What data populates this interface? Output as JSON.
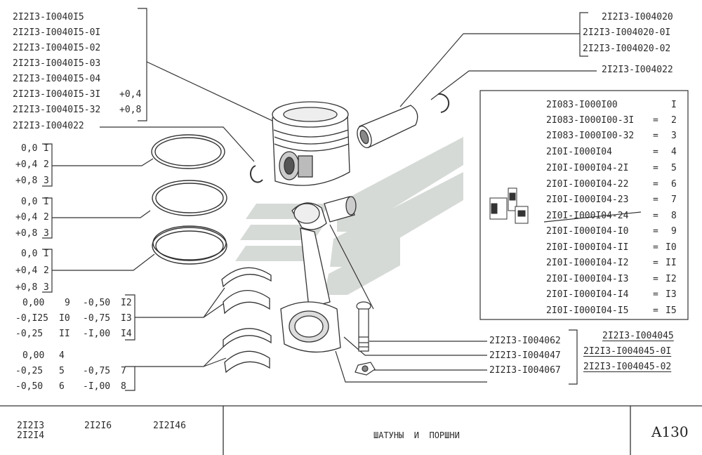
{
  "piston_parts": [
    "2I2I3-I0040I5",
    "2I2I3-I0040I5-0I",
    "2I2I3-I0040I5-02",
    "2I2I3-I0040I5-03",
    "2I2I3-I0040I5-04",
    "2I2I3-I0040I5-3I",
    "2I2I3-I0040I5-32"
  ],
  "piston_sizes": [
    "+0,4",
    "+0,8"
  ],
  "retainer_left": "2I2I3-I004022",
  "pin_parts": [
    "2I2I3-I004020",
    "2I2I3-I004020-0I",
    "2I2I3-I004020-02"
  ],
  "retainer_right": "2I2I3-I004022",
  "ring_groups": [
    {
      "sizes": [
        "0,0",
        "+0,4",
        "+0,8"
      ],
      "nums": [
        "I",
        "2",
        "3"
      ]
    },
    {
      "sizes": [
        "0,0",
        "+0,4",
        "+0,8"
      ],
      "nums": [
        "I",
        "2",
        "3"
      ]
    },
    {
      "sizes": [
        "0,0",
        "+0,4",
        "+0,8"
      ],
      "nums": [
        "I",
        "2",
        "3"
      ]
    }
  ],
  "bearing_table_1": [
    [
      "0,00",
      "9",
      "-0,50",
      "I2"
    ],
    [
      "-0,I25",
      "I0",
      "-0,75",
      "I3"
    ],
    [
      "-0,25",
      "II",
      "-I,00",
      "I4"
    ]
  ],
  "bearing_table_2": [
    [
      "0,00",
      "4",
      "",
      ""
    ],
    [
      "-0,25",
      "5",
      "-0,75",
      "7"
    ],
    [
      "-0,50",
      "6",
      "-I,00",
      "8"
    ]
  ],
  "fastener_parts": [
    "2I2I3-I004062",
    "2I2I3-I004047",
    "2I2I3-I004067"
  ],
  "rod_parts": [
    "2I2I3-I004045",
    "2I2I3-I004045-0I",
    "2I2I3-I004045-02"
  ],
  "kit_table": [
    {
      "code": "2I083-I000I00",
      "eq": "",
      "num": "I"
    },
    {
      "code": "2I083-I000I00-3I",
      "eq": "=",
      "num": "2"
    },
    {
      "code": "2I083-I000I00-32",
      "eq": "=",
      "num": "3"
    },
    {
      "code": "2I0I-I000I04",
      "eq": "=",
      "num": "4"
    },
    {
      "code": "2I0I-I000I04-2I",
      "eq": "=",
      "num": "5"
    },
    {
      "code": "2I0I-I000I04-22",
      "eq": "=",
      "num": "6"
    },
    {
      "code": "2I0I-I000I04-23",
      "eq": "=",
      "num": "7"
    },
    {
      "code": "2I0I-I000I04-24",
      "eq": "=",
      "num": "8"
    },
    {
      "code": "2I0I-I000I04-I0",
      "eq": "=",
      "num": "9"
    },
    {
      "code": "2I0I-I000I04-II",
      "eq": "=",
      "num": "I0"
    },
    {
      "code": "2I0I-I000I04-I2",
      "eq": "=",
      "num": "II"
    },
    {
      "code": "2I0I-I000I04-I3",
      "eq": "=",
      "num": "I2"
    },
    {
      "code": "2I0I-I000I04-I4",
      "eq": "=",
      "num": "I3"
    },
    {
      "code": "2I0I-I000I04-I5",
      "eq": "=",
      "num": "I5"
    }
  ],
  "footer": {
    "models": [
      "2I2I3",
      "2I2I6",
      "2I2I46",
      "2I2I4"
    ],
    "title": "ШАТУНЫ  И  ПОРШНИ",
    "page": "A130"
  },
  "colors": {
    "line": "#333333",
    "watermark": "#d4d8d4",
    "watermark_dark": "#bfc4bf"
  }
}
